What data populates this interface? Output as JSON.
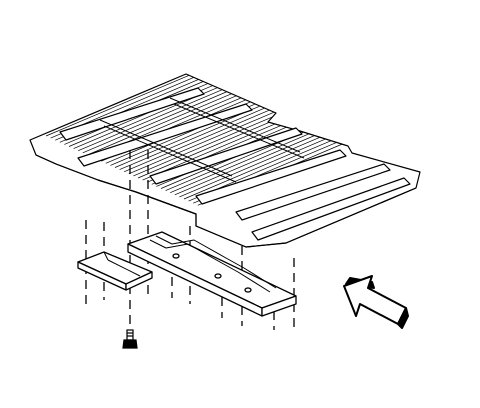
{
  "diagram": {
    "colors": {
      "ink": "#000000",
      "fill": "#ffffff",
      "rib_shade": "#cfcfcf"
    },
    "components": [
      {
        "id": "floor-panel",
        "label": ""
      },
      {
        "id": "bracket-left",
        "label": ""
      },
      {
        "id": "crossmember-bracket",
        "label": ""
      },
      {
        "id": "bolt",
        "label": ""
      },
      {
        "id": "direction-arrow",
        "label": ""
      }
    ]
  }
}
